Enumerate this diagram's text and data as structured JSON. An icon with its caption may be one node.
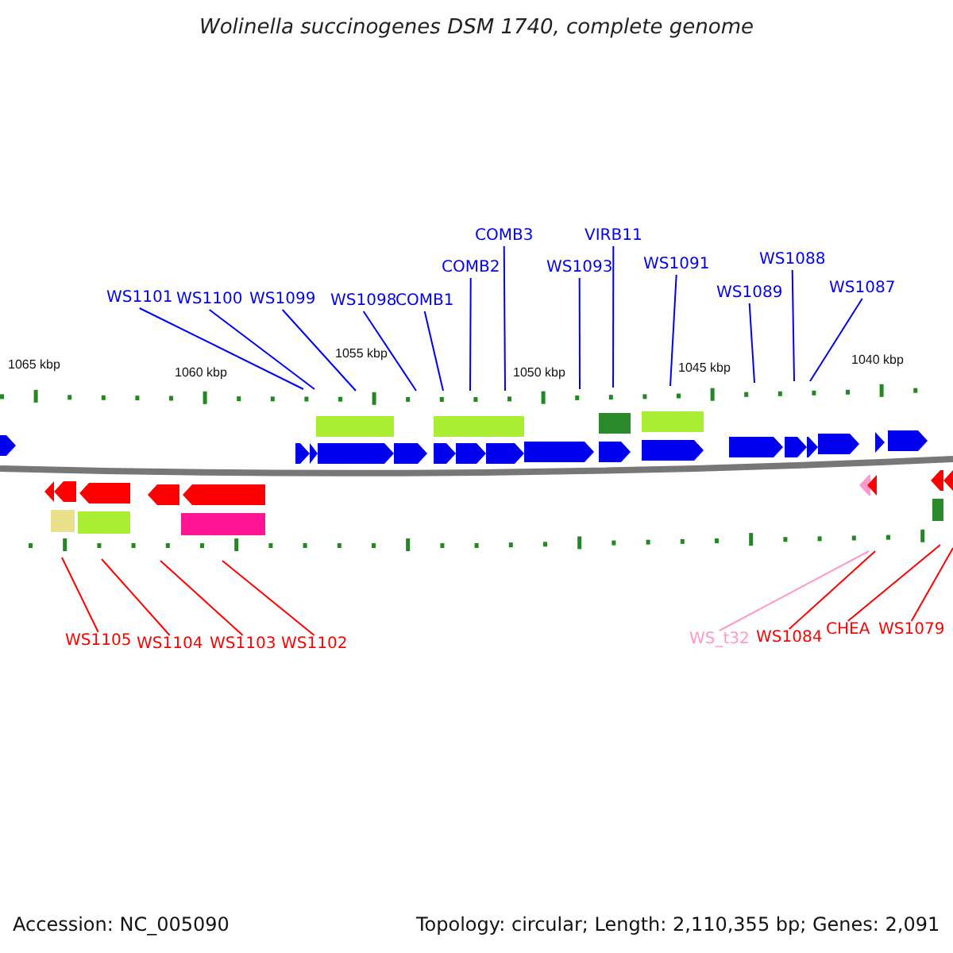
{
  "diagram": {
    "title": "Wolinella succinogenes DSM 1740, complete genome",
    "nodes": [
      {
        "text": [
          "WS1101"
        ]
      },
      {
        "text": [
          "WS1100"
        ]
      },
      {
        "text": [
          "WS1099"
        ]
      },
      {
        "text": [
          "WS1098"
        ]
      },
      {
        "text": [
          "COMB1"
        ]
      },
      {
        "text": [
          "COMB2"
        ]
      },
      {
        "text": [
          "COMB3"
        ]
      },
      {
        "text": [
          "WS1093"
        ]
      },
      {
        "text": [
          "VIRB11"
        ]
      },
      {
        "text": [
          "WS1091"
        ]
      },
      {
        "text": [
          "WS1089"
        ]
      },
      {
        "text": [
          "WS1088"
        ]
      },
      {
        "text": [
          "WS1087"
        ]
      },
      {
        "text": [
          "WS1105"
        ]
      },
      {
        "text": [
          "WS1104"
        ]
      },
      {
        "text": [
          "WS1103"
        ]
      },
      {
        "text": [
          "WS1102"
        ]
      },
      {
        "text": [
          "WS_t32"
        ]
      },
      {
        "text": [
          "WS1084"
        ]
      },
      {
        "text": [
          "CHEA"
        ]
      },
      {
        "text": [
          "WS1079"
        ]
      }
    ],
    "edges": [
      {
        "from": 0,
        "to": null,
        "arrow": "none"
      },
      {
        "from": 1,
        "to": null,
        "arrow": "none"
      },
      {
        "from": 2,
        "to": null,
        "arrow": "none"
      },
      {
        "from": 3,
        "to": null,
        "arrow": "none"
      },
      {
        "from": 4,
        "to": null,
        "arrow": "none"
      },
      {
        "from": 5,
        "to": null,
        "arrow": "none"
      },
      {
        "from": 6,
        "to": null,
        "arrow": "none"
      },
      {
        "from": 7,
        "to": null,
        "arrow": "none"
      },
      {
        "from": 8,
        "to": null,
        "arrow": "none"
      },
      {
        "from": 9,
        "to": null,
        "arrow": "none"
      },
      {
        "from": 10,
        "to": null,
        "arrow": "none"
      },
      {
        "from": 11,
        "to": null,
        "arrow": "none"
      },
      {
        "from": 12,
        "to": null,
        "arrow": "none"
      },
      {
        "from": 13,
        "to": null,
        "arrow": "none",
        "color": "#ff0000"
      },
      {
        "from": 14,
        "to": null,
        "arrow": "none",
        "color": "#ff0000"
      },
      {
        "from": 15,
        "to": null,
        "arrow": "none",
        "color": "#ff0000"
      },
      {
        "from": 16,
        "to": null,
        "arrow": "none",
        "color": "#ff0000"
      },
      {
        "from": 17,
        "to": null,
        "arrow": "none",
        "color": "#ff99cc"
      },
      {
        "from": 18,
        "to": null,
        "arrow": "none",
        "color": "#ff0000"
      },
      {
        "from": 19,
        "to": null,
        "arrow": "none",
        "color": "#ff0000"
      },
      {
        "from": 20,
        "to": null,
        "arrow": "none",
        "color": "#ff0000"
      }
    ],
    "labels": [
      "1065 kbp",
      "1060 kbp",
      "1055 kbp",
      "1050 kbp",
      "1045 kbp",
      "1040 kbp",
      "Accession: NC_005090",
      "Topology: circular; Length: 2,110,355 bp; Genes: 2,091"
    ]
  }
}
